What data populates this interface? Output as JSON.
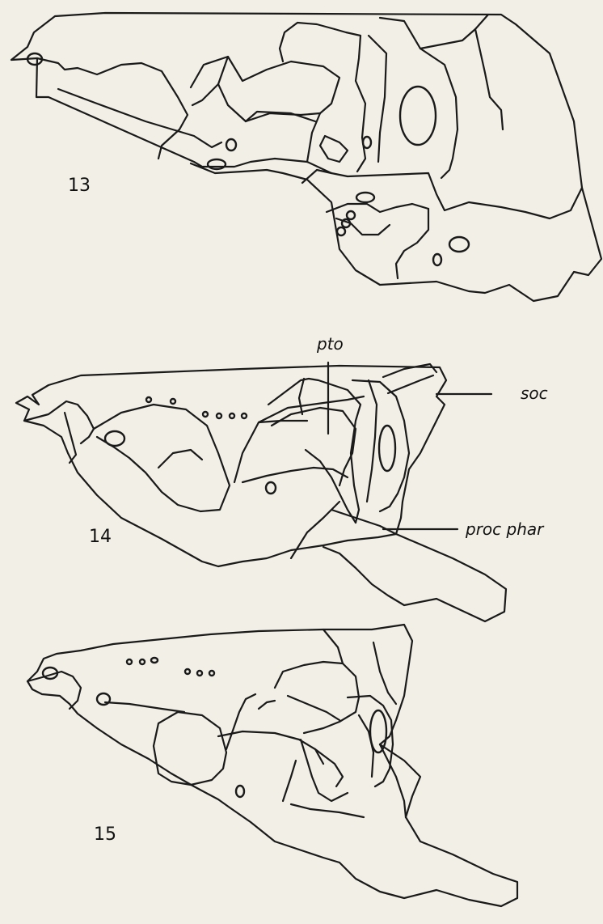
{
  "figures": [
    {
      "number": "13"
    },
    {
      "number": "14"
    },
    {
      "number": "15"
    }
  ],
  "labels": {
    "pto": "pto",
    "soc": "soc",
    "proc_phar": "proc phar"
  }
}
